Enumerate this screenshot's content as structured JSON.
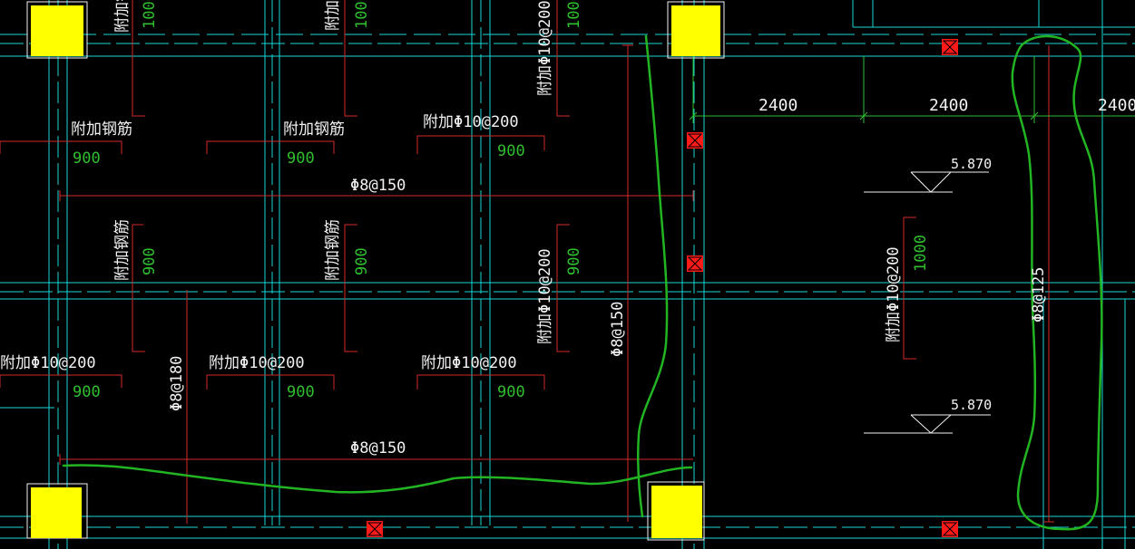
{
  "colors": {
    "background": "#000000",
    "axis_line": "#19d8d8",
    "rebar_line": "#d42a2a",
    "label_text": "#f2f2f2",
    "length_text": "#2fbf2f",
    "column_fill": "#ffff00",
    "revision_cloud": "#22b422",
    "dimension_line": "#2fbf2f",
    "marker": "#ff1a1a"
  },
  "labels": {
    "add_rebar": "附加钢筋",
    "add_phi10_200": "附加Φ10@200",
    "phi8_150": "Φ8@150",
    "phi8_180": "Φ8@180",
    "phi8_125": "Φ8@125",
    "len_900": "900",
    "len_1000": "1000",
    "dim_2400": "2400",
    "elev_5870": "5.870"
  }
}
